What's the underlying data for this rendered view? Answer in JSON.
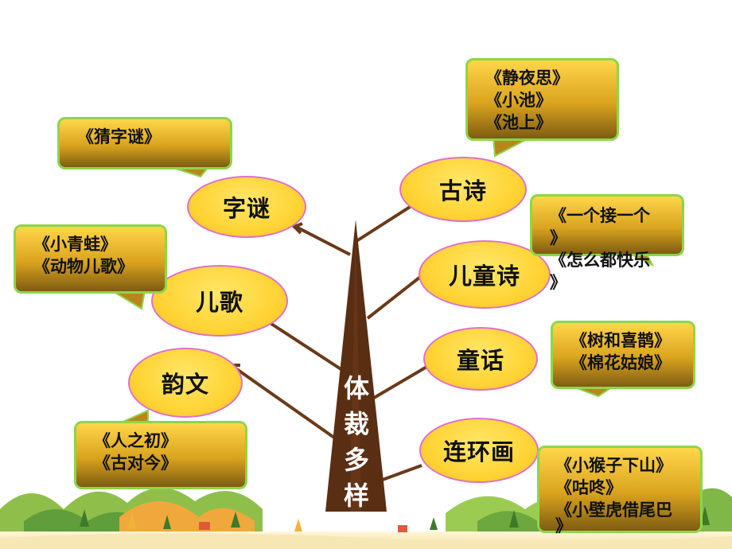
{
  "title": "体裁多样",
  "branches": [
    {
      "label": "字谜",
      "works": [
        "《猜字谜》"
      ]
    },
    {
      "label": "儿歌",
      "works": [
        "《小青蛙》",
        "《动物儿歌》"
      ]
    },
    {
      "label": "韵文",
      "works": [
        "《人之初》",
        "《古对今》"
      ]
    },
    {
      "label": "古诗",
      "works": [
        "《静夜思》",
        "《小池》",
        "《池上》"
      ]
    },
    {
      "label": "儿童诗",
      "works": [
        "《一个接一个",
        "》",
        "《怎么都快乐",
        "》"
      ]
    },
    {
      "label": "童话",
      "works": [
        "《树和喜鹊》",
        "《棉花姑娘》"
      ]
    },
    {
      "label": "连环画",
      "works": [
        "《小猴子下山》",
        "《咕咚》",
        "《小壁虎借尾巴",
        "》"
      ]
    }
  ],
  "colors": {
    "trunk": "#5a2e12",
    "branch": "#6b3a1a",
    "node_fill": "#ffd63a",
    "node_border": "#e070c8",
    "callout_border": "#8cd64a"
  }
}
